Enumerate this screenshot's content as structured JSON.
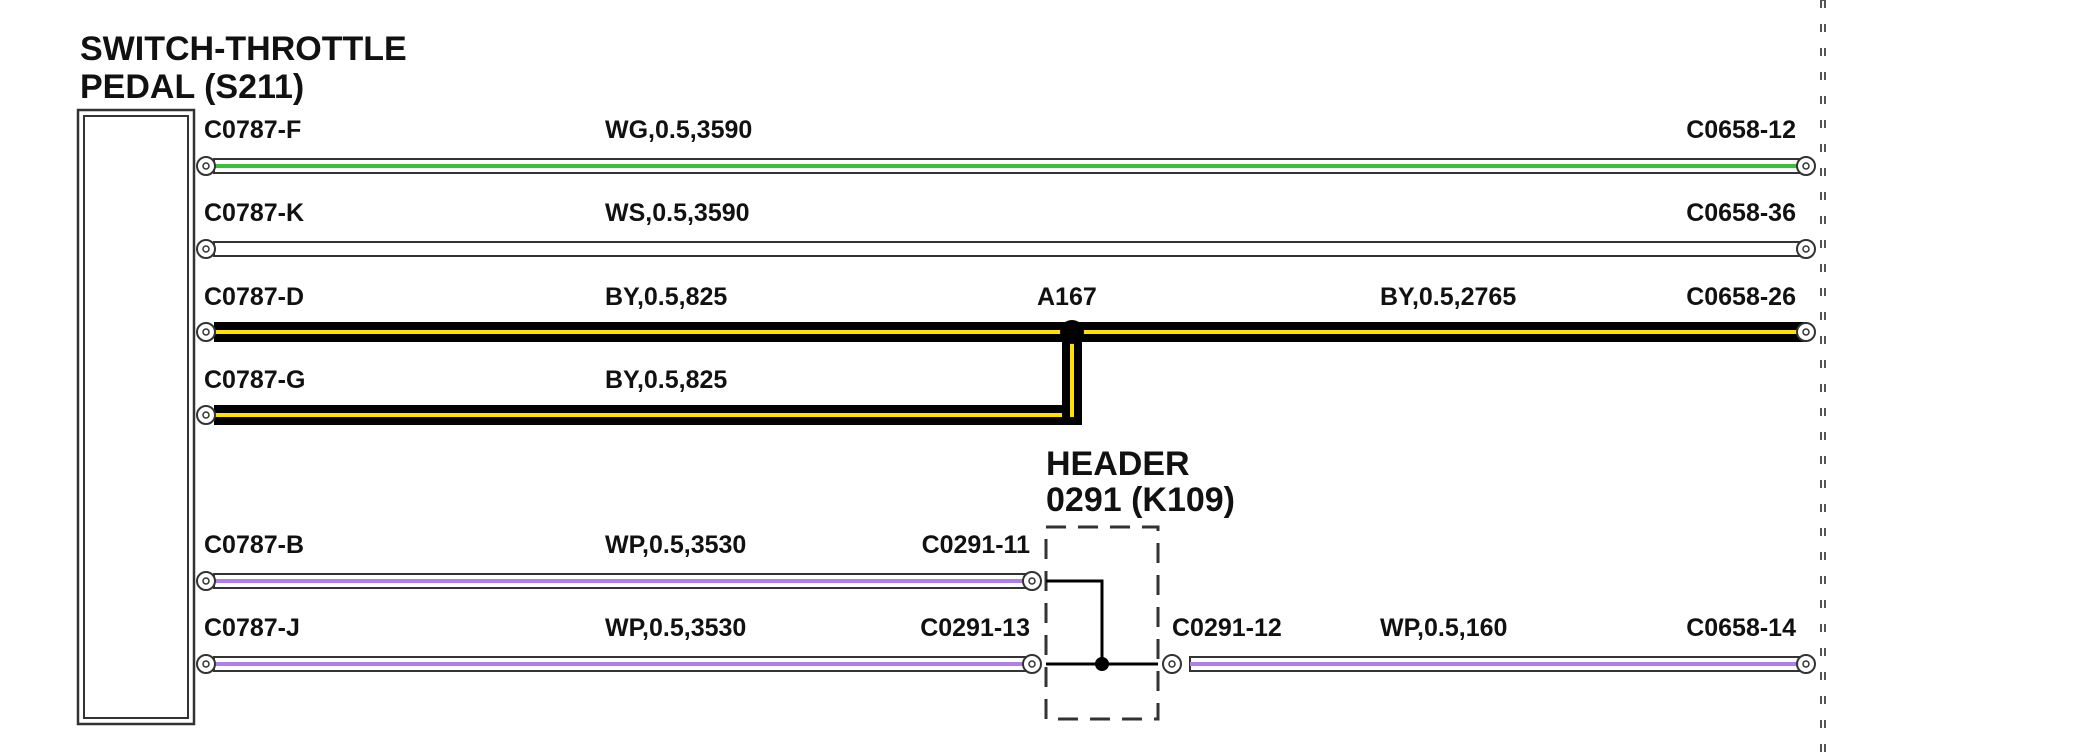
{
  "component_switch": {
    "title_line1": "SWITCH-THROTTLE",
    "title_line2": "PEDAL (S211)"
  },
  "component_header": {
    "title_line1": "HEADER",
    "title_line2": "0291 (K109)"
  },
  "splice": {
    "label": "A167"
  },
  "colors": {
    "green": "#3cbf3c",
    "white_insulation": "#ffffff",
    "black_insulation": "#000000",
    "yellow_stripe": "#ffe000",
    "violet": "#b07ee8",
    "outline": "#333333"
  },
  "wires": [
    {
      "id": "c0787-f",
      "from_pin": "C0787-F",
      "spec": "WG,0.5,3590",
      "to_pin": "C0658-12",
      "stripe": "green"
    },
    {
      "id": "c0787-k",
      "from_pin": "C0787-K",
      "spec": "WS,0.5,3590",
      "to_pin": "C0658-36",
      "stripe": "white_insulation"
    },
    {
      "id": "c0787-d",
      "from_pin": "C0787-D",
      "spec": "BY,0.5,825",
      "spec_right": "BY,0.5,2765",
      "to_pin": "C0658-26",
      "stripe": "yellow_stripe"
    },
    {
      "id": "c0787-g",
      "from_pin": "C0787-G",
      "spec": "BY,0.5,825",
      "stripe": "yellow_stripe"
    },
    {
      "id": "c0787-b",
      "from_pin": "C0787-B",
      "spec": "WP,0.5,3530",
      "to_pin": "C0291-11",
      "stripe": "violet"
    },
    {
      "id": "c0787-j",
      "from_pin": "C0787-J",
      "spec": "WP,0.5,3530",
      "to_pin": "C0291-13",
      "stripe": "violet"
    },
    {
      "id": "c0291-12",
      "from_pin": "C0291-12",
      "spec": "WP,0.5,160",
      "to_pin": "C0658-14",
      "stripe": "violet"
    }
  ]
}
